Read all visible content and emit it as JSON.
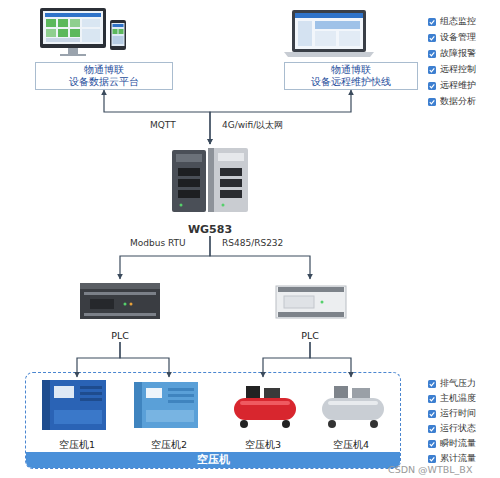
{
  "diagram": {
    "nodes": [
      {
        "text": [
          "物通博联 设备数据云平台"
        ]
      },
      {
        "text": [
          "物通博联 设备远程维护快线"
        ]
      },
      {
        "text": [
          "WG583"
        ]
      },
      {
        "text": [
          "PLC"
        ]
      },
      {
        "text": [
          "PLC"
        ]
      },
      {
        "text": [
          "空压机"
        ]
      },
      {
        "text": [
          "空压机1"
        ],
        "in": 5
      },
      {
        "text": [
          "空压机2"
        ],
        "in": 5
      },
      {
        "text": [
          "空压机3"
        ],
        "in": 5
      },
      {
        "text": [
          "空压机4"
        ],
        "in": 5
      }
    ],
    "edges": [
      {
        "from": 2,
        "to": 0,
        "arrow": "both"
      },
      {
        "from": 2,
        "to": 1,
        "arrow": "both"
      },
      {
        "from": 2,
        "to": 3,
        "arrow": "to"
      },
      {
        "from": 2,
        "to": 4,
        "arrow": "to"
      },
      {
        "from": 3,
        "to": 6,
        "arrow": "to"
      },
      {
        "from": 3,
        "to": 7,
        "arrow": "to"
      },
      {
        "from": 4,
        "to": 8,
        "arrow": "to"
      },
      {
        "from": 4,
        "to": 9,
        "arrow": "to"
      }
    ],
    "labels": [
      "组态监控",
      "设备管理",
      "故障报警",
      "远程控制",
      "远程维护",
      "数据分析",
      "MQTT",
      "4G/wifi/以太网",
      "Modbus RTU",
      "RS485/RS232",
      "排气压力",
      "主机温度",
      "运行时间",
      "运行状态",
      "瞬时流量",
      "累计流量",
      "CSDN @WTBL_BX"
    ]
  }
}
